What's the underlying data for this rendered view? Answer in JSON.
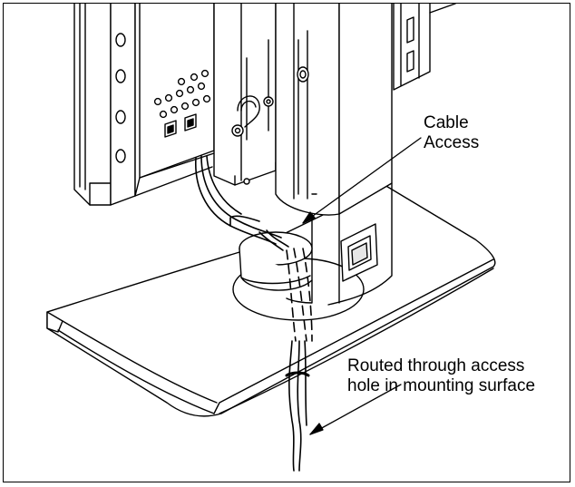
{
  "callouts": {
    "cable_access": {
      "line1": "Cable",
      "line2": "Access"
    },
    "routed_through": {
      "line1": "Routed through access",
      "line2": "hole in mounting surface"
    }
  },
  "colors": {
    "ink": "#000000",
    "paper": "#ffffff",
    "shade": "#e6e6e6"
  }
}
